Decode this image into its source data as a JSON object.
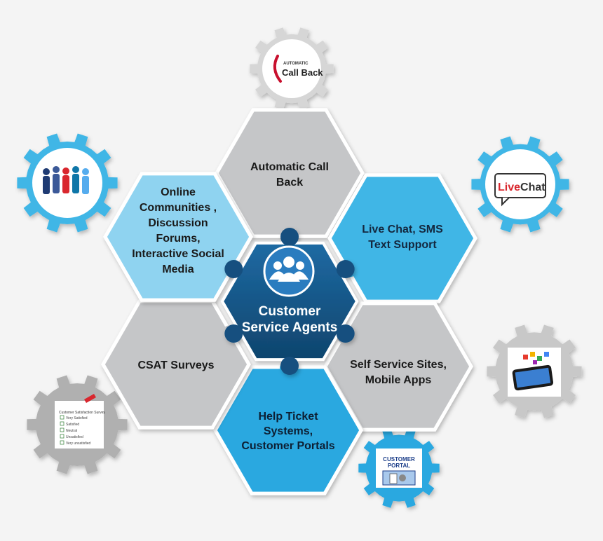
{
  "center": {
    "label_line1": "Customer",
    "label_line2": "Service Agents",
    "icon": "people-group-icon",
    "color": "#14507f"
  },
  "hexagons": [
    {
      "id": "automatic-call-back",
      "lines": [
        "Automatic Call",
        "Back"
      ],
      "color": "#c5c6c8"
    },
    {
      "id": "live-chat",
      "lines": [
        "Live Chat, SMS",
        "Text Support"
      ],
      "color": "#41b6e6"
    },
    {
      "id": "self-service",
      "lines": [
        "Self Service Sites,",
        "Mobile Apps"
      ],
      "color": "#c5c6c8"
    },
    {
      "id": "help-ticket",
      "lines": [
        "Help Ticket",
        "Systems,",
        "Customer Portals"
      ],
      "color": "#2aa8e0"
    },
    {
      "id": "csat",
      "lines": [
        "CSAT Surveys"
      ],
      "color": "#c5c6c8"
    },
    {
      "id": "online-communities",
      "lines": [
        "Online",
        "Communities ,",
        "Discussion",
        "Forums,",
        "Interactive Social",
        "Media"
      ],
      "color": "#8fd3f0"
    }
  ],
  "gears": {
    "call_back": {
      "badge_small": "AUTOMATIC",
      "badge_big": "Call Back",
      "icon": "call-back-logo-icon",
      "color": "#d6d6d6"
    },
    "live_chat": {
      "badge": "LiveChat",
      "badge_part1": "Live",
      "badge_part2": "Chat",
      "icon": "live-chat-logo-icon",
      "color": "#41b6e6"
    },
    "mobile": {
      "icon": "smartphone-apps-icon",
      "color": "#c8c8c8"
    },
    "portal": {
      "badge_line1": "CUSTOMER",
      "badge_line2": "PORTAL",
      "icon": "customer-portal-icon",
      "color": "#2aa8e0"
    },
    "survey": {
      "badge_title": "Customer Satisfaction Survey",
      "options": [
        "Very Satisfied",
        "Satisfied",
        "Neutral",
        "Unsatisfied",
        "Very unsatisfied"
      ],
      "icon": "survey-checklist-icon",
      "color": "#b0b0b0"
    },
    "social": {
      "icon": "social-people-icon",
      "color": "#41b6e6"
    }
  }
}
